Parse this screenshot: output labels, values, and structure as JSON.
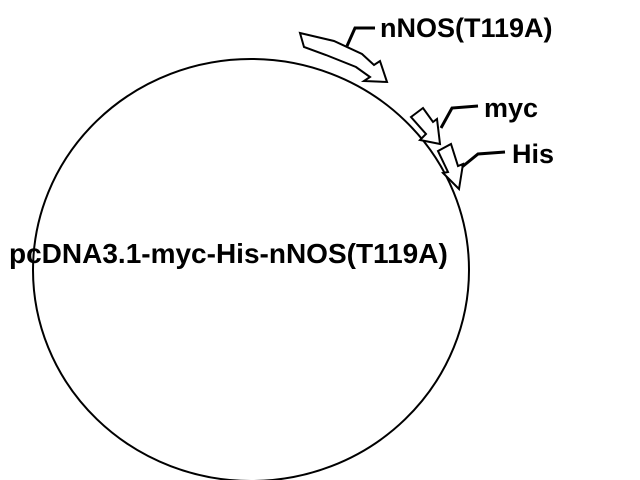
{
  "plasmid": {
    "name": "pcDNA3.1-myc-His-nNOS(T119A)"
  },
  "features": [
    {
      "key": "nnos",
      "label": "nNOS(T119A)"
    },
    {
      "key": "myc",
      "label": "myc"
    },
    {
      "key": "his",
      "label": "His"
    }
  ],
  "colors": {
    "stroke": "#000000",
    "background": "#ffffff",
    "arrow_fill": "#ffffff"
  }
}
